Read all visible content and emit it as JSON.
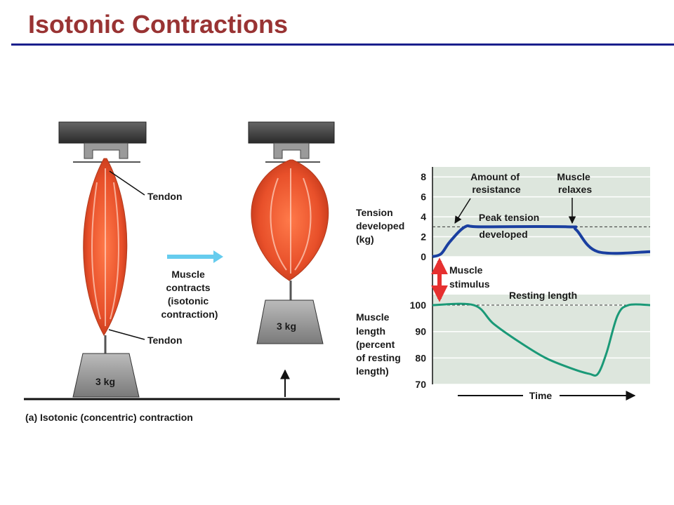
{
  "slide": {
    "title": "Isotonic Contractions",
    "rule_color": "#1a1f8c",
    "title_color": "#993333"
  },
  "illustration": {
    "tendon_label_top": "Tendon",
    "tendon_label_bottom": "Tendon",
    "weight_left": "3 kg",
    "weight_right": "3 kg",
    "arrow_caption": [
      "Muscle",
      "contracts",
      "(isotonic",
      "contraction)"
    ],
    "panel_caption": "(a) Isotonic (concentric) contraction",
    "muscle_color": "#e8502a",
    "arrow_color": "#66ccee"
  },
  "chart_data": {
    "type": "line",
    "x_axis_label": "Time",
    "top_panel": {
      "ylabel": [
        "Tension",
        "developed",
        "(kg)"
      ],
      "yticks": [
        0,
        2,
        4,
        6,
        8
      ],
      "ylim": [
        0,
        9
      ],
      "reference_line": 3,
      "series": {
        "color": "#1a3fa0",
        "x": [
          0.0,
          0.04,
          0.08,
          0.15,
          0.22,
          0.62,
          0.66,
          0.76,
          1.0
        ],
        "y": [
          0,
          0.3,
          1.5,
          3.0,
          3.0,
          3.0,
          2.7,
          0.5,
          0.5
        ]
      },
      "annotations": {
        "amount_of_resistance": [
          "Amount of",
          "resistance"
        ],
        "peak_tension": [
          "Peak tension",
          "developed"
        ],
        "muscle_relaxes": [
          "Muscle",
          "relaxes"
        ]
      }
    },
    "bottom_panel": {
      "ylabel": [
        "Muscle",
        "length",
        "(percent",
        "of resting",
        "length)"
      ],
      "yticks": [
        70,
        80,
        90,
        100
      ],
      "ylim": [
        70,
        104
      ],
      "reference_line": 100,
      "reference_label": "Resting length",
      "series": {
        "color": "#1a9977",
        "x": [
          0.0,
          0.19,
          0.28,
          0.4,
          0.52,
          0.64,
          0.72,
          0.76,
          0.8,
          0.85,
          0.9,
          1.0
        ],
        "y": [
          100,
          100,
          93,
          86,
          80,
          76,
          74,
          74,
          82,
          96,
          100,
          100
        ]
      }
    },
    "stimulus_label": [
      "Muscle",
      "stimulus"
    ],
    "stimulus_color": "#e63030"
  }
}
